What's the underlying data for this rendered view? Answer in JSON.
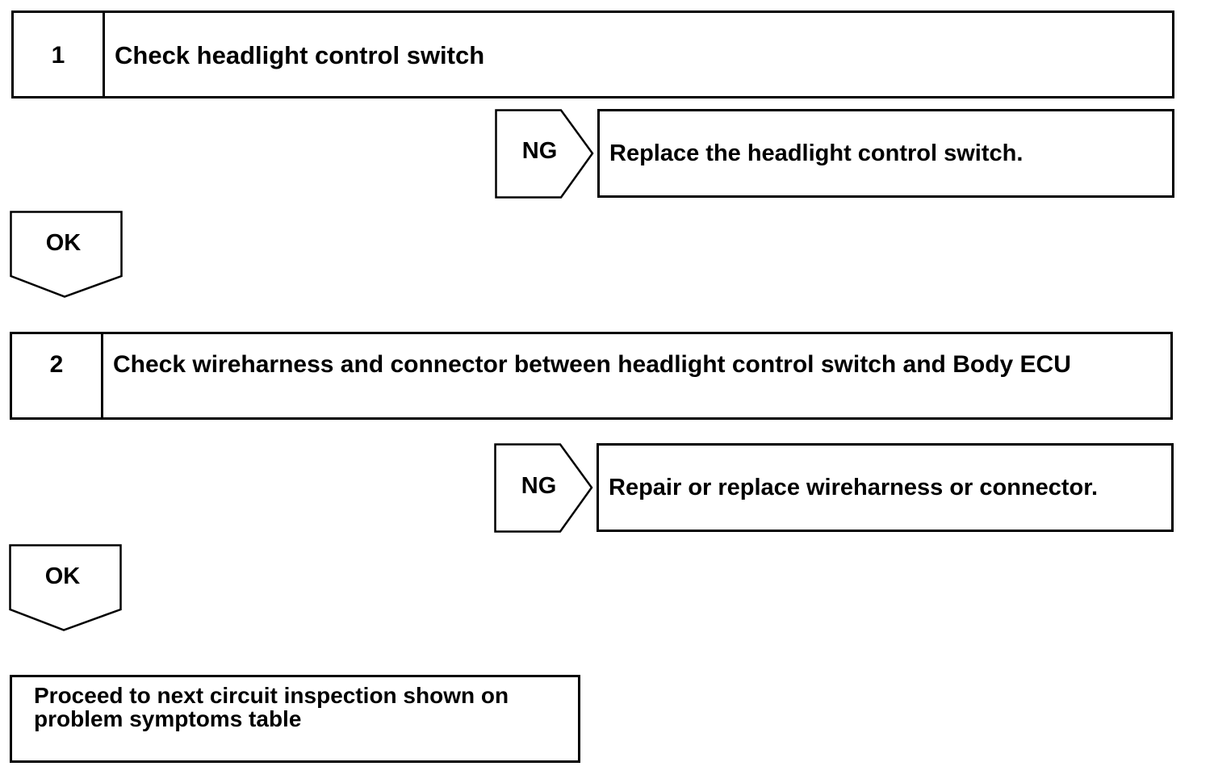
{
  "steps": [
    {
      "number": "1",
      "text": "Check headlight control switch",
      "ng_label": "NG",
      "ng_action": "Replace the headlight control switch.",
      "ok_label": "OK"
    },
    {
      "number": "2",
      "text": "Check wireharness and connector between headlight control switch and Body ECU",
      "ng_label": "NG",
      "ng_action": "Repair or replace wireharness or connector.",
      "ok_label": "OK"
    }
  ],
  "final": {
    "text": "Proceed to next circuit inspection shown on problem symptoms table"
  }
}
